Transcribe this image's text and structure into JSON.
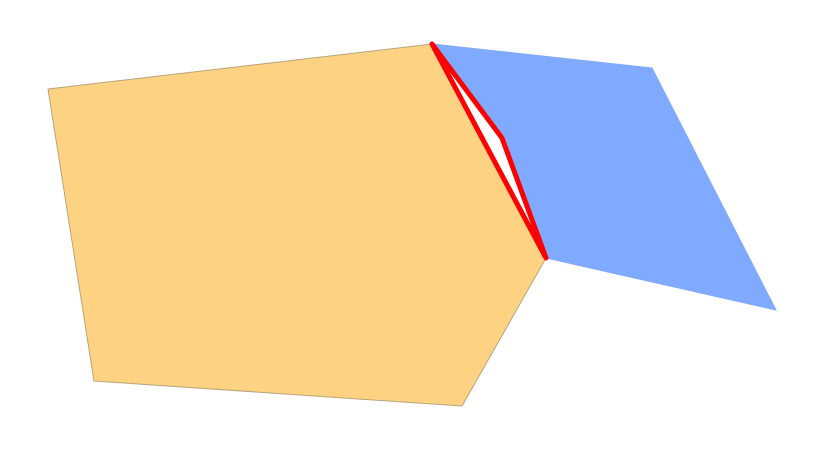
{
  "diagram": {
    "shapes": [
      {
        "name": "orange-polygon",
        "fill": "#FDD283",
        "stroke": "#B8A57A"
      },
      {
        "name": "blue-polygon",
        "fill": "#7FAAFF",
        "stroke": "#7FAAFF"
      },
      {
        "name": "gap-sliver",
        "fill": "#FFFFFF",
        "stroke": "#FF0000"
      }
    ]
  }
}
